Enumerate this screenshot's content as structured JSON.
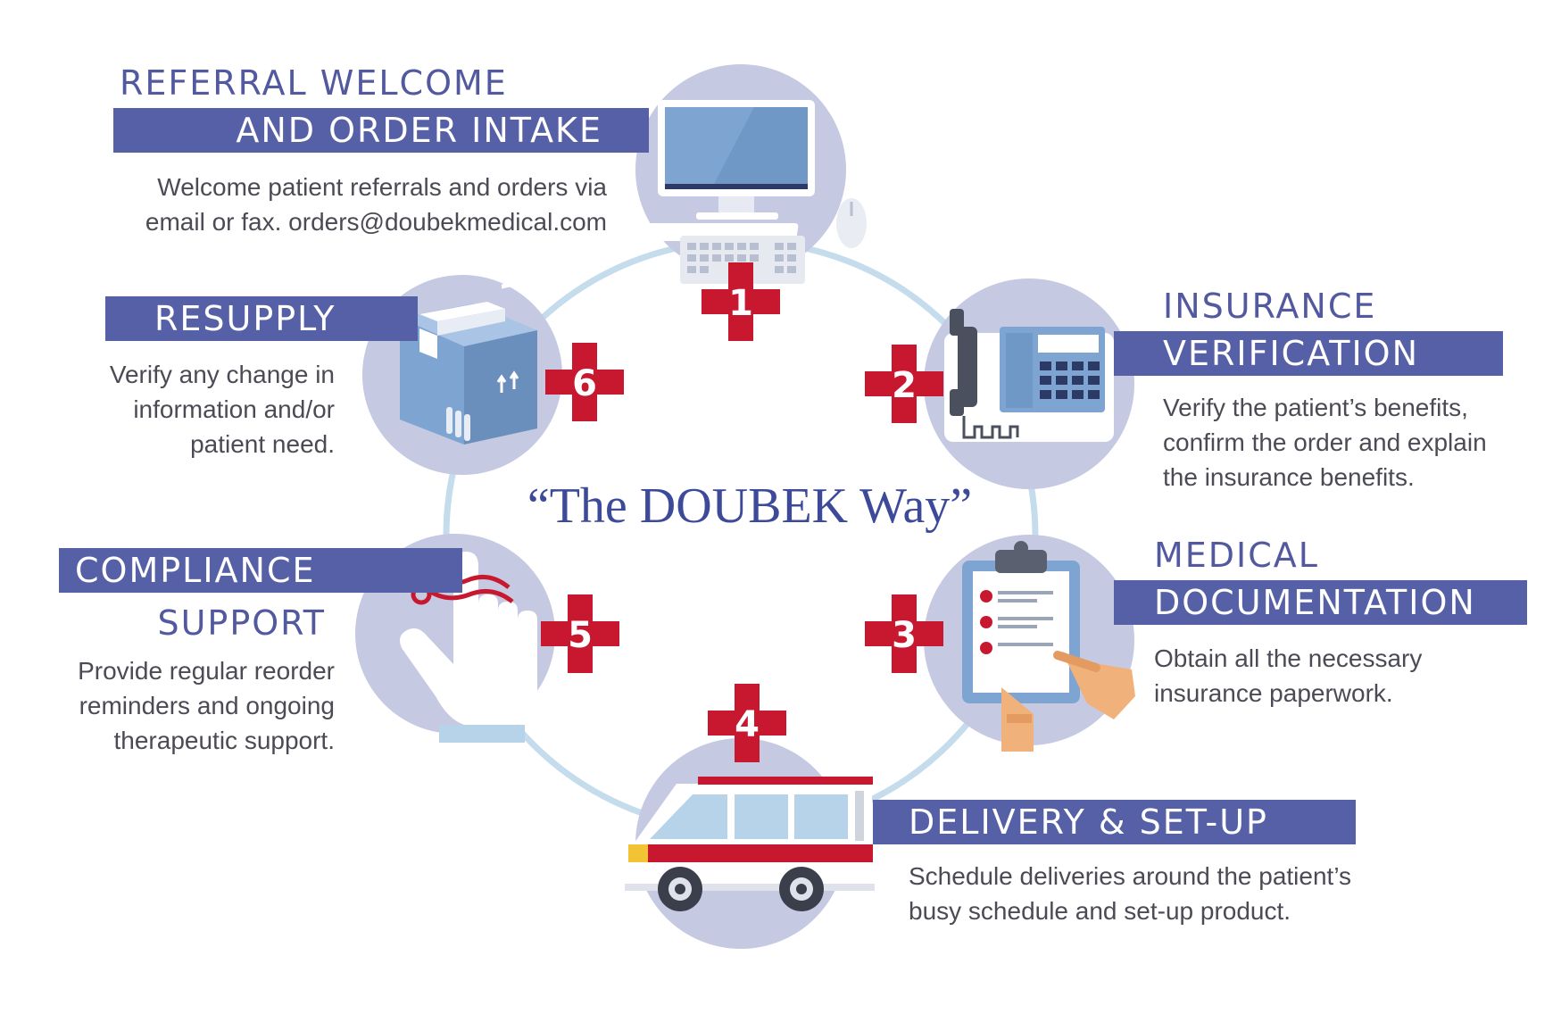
{
  "center_title": "“The DOUBEK Way”",
  "colors": {
    "bar": "#5660a6",
    "title": "#52599f",
    "badge": "#c8182f",
    "ring": "#c5dcec",
    "circle": "#c5c9e2",
    "text": "#4b4b55"
  },
  "steps": [
    {
      "number": "1",
      "title_line1": "REFERRAL WELCOME",
      "title_line2": "AND ORDER INTAKE",
      "desc_line1": "Welcome patient referrals and orders via",
      "desc_line2": "email or fax. orders@doubekmedical.com",
      "icon": "computer-icon"
    },
    {
      "number": "2",
      "title_line1": "INSURANCE",
      "title_line2": "VERIFICATION",
      "desc_line1": "Verify the patient’s benefits,",
      "desc_line2": "confirm the order and explain",
      "desc_line3": "the insurance benefits.",
      "icon": "phone-icon"
    },
    {
      "number": "3",
      "title_line1": "MEDICAL",
      "title_line2": "DOCUMENTATION",
      "desc_line1": "Obtain all the necessary",
      "desc_line2": "insurance paperwork.",
      "icon": "clipboard-icon"
    },
    {
      "number": "4",
      "title_line1": "DELIVERY & SET-UP",
      "desc_line1": "Schedule deliveries around the patient’s",
      "desc_line2": "busy schedule and set-up product.",
      "icon": "van-icon"
    },
    {
      "number": "5",
      "title_line1": "COMPLIANCE",
      "title_line2": "SUPPORT",
      "desc_line1": "Provide regular reorder",
      "desc_line2": "reminders and ongoing",
      "desc_line3": "therapeutic support.",
      "icon": "reminder-finger-icon"
    },
    {
      "number": "6",
      "title_line1": "RESUPPLY",
      "desc_line1": "Verify any change in",
      "desc_line2": "information and/or",
      "desc_line3": "patient need.",
      "icon": "box-icon"
    }
  ]
}
